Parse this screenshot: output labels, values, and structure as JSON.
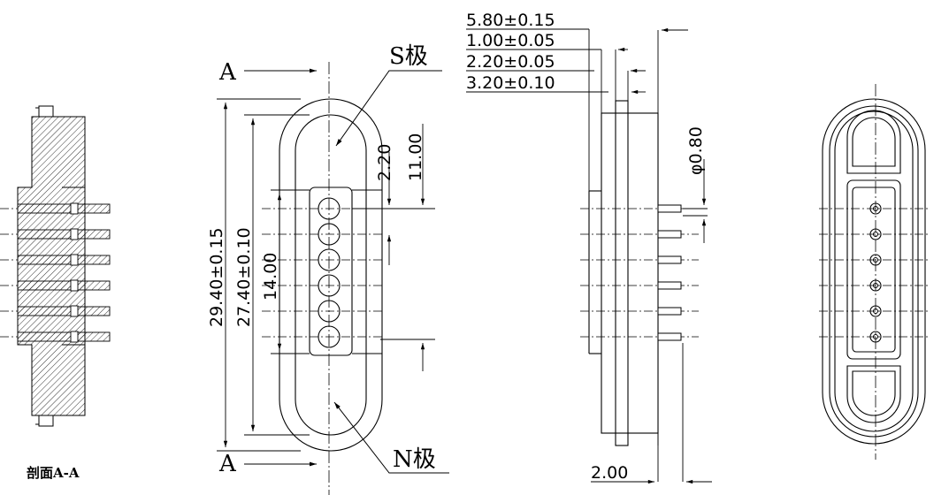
{
  "section_caption": "剖面A-A",
  "section_mark": "A",
  "pole_s": "S极",
  "pole_n": "N极",
  "front_dims": {
    "overall_length": "29.40±0.15",
    "inner_length": "27.40±0.10",
    "pin_span": "14.00",
    "pin_offset": "2.20",
    "center_distance": "11.00"
  },
  "side_dims": {
    "total_depth": "5.80±0.15",
    "flange_thickness": "1.00±0.05",
    "body_offset": "2.20±0.05",
    "body_depth": "3.20±0.10",
    "pin_diameter": "φ0.80",
    "pin_protrusion": "2.00"
  }
}
